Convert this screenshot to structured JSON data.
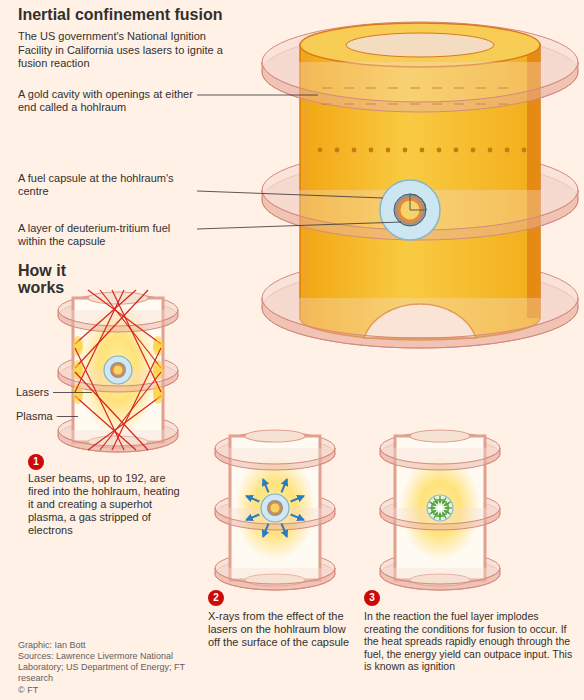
{
  "diagram": {
    "title": "Inertial confinement fusion",
    "nodes": [
      {
        "text": [
          "1"
        ]
      },
      {
        "text": [
          "2"
        ]
      },
      {
        "text": [
          "3"
        ]
      }
    ],
    "labels": [
      "The US government's National Ignition Facility in California uses lasers to ignite a fusion reaction",
      "A gold cavity with openings at either end called a hohlraum",
      "A fuel capsule at the hohlraum's centre",
      "A layer of deuterium-tritium fuel within the capsule",
      "How it works",
      "Lasers",
      "Plasma",
      "Laser beams, up to 192, are fired into the hohlraum, heating it and creating a superhot plasma, a gas stripped of electrons",
      "X-rays from the effect of the lasers on the hohlraum blow off the surface of the capsule",
      "In the reaction the fuel layer implodes creating the conditions for fusion to occur. If the heat spreads rapidly enough through the fuel, the energy yield can outpace input. This is known as ignition",
      "Graphic: Ian Bott",
      "Sources: Lawrence Livermore National Laboratory; US Department of Energy; FT research",
      "© FT"
    ]
  }
}
